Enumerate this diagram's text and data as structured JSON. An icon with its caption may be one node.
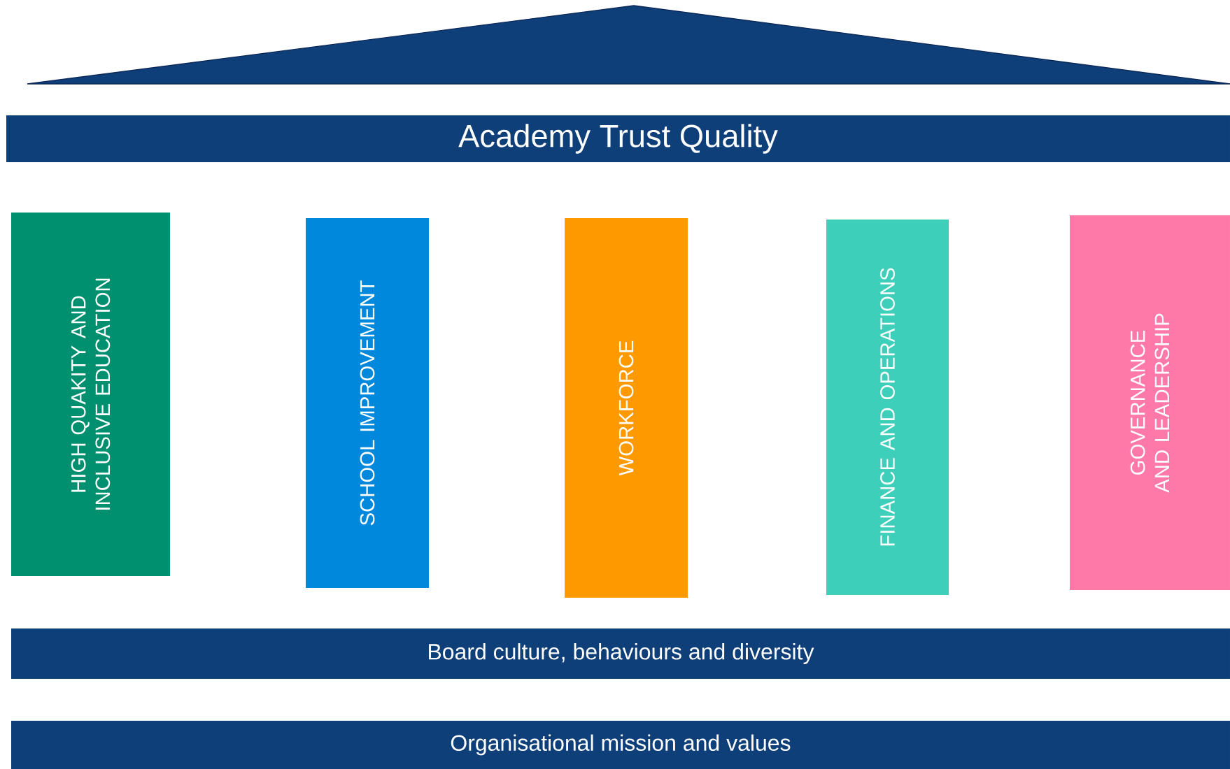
{
  "diagram": {
    "nodes": [
      {
        "text": [
          "Academy Trust Quality"
        ]
      },
      {
        "text": [
          "HIGH QUAKITY AND INCLUSIVE EDUCATION"
        ]
      },
      {
        "text": [
          "SCHOOL IMPROVEMENT"
        ]
      },
      {
        "text": [
          "WORKFORCE"
        ]
      },
      {
        "text": [
          "FINANCE AND OPERATIONS"
        ]
      },
      {
        "text": [
          "GOVERNANCE AND LEADERSHIP"
        ]
      },
      {
        "text": [
          "Board culture, behaviours and diversity"
        ]
      },
      {
        "text": [
          "Organisational mission and values"
        ]
      }
    ]
  }
}
